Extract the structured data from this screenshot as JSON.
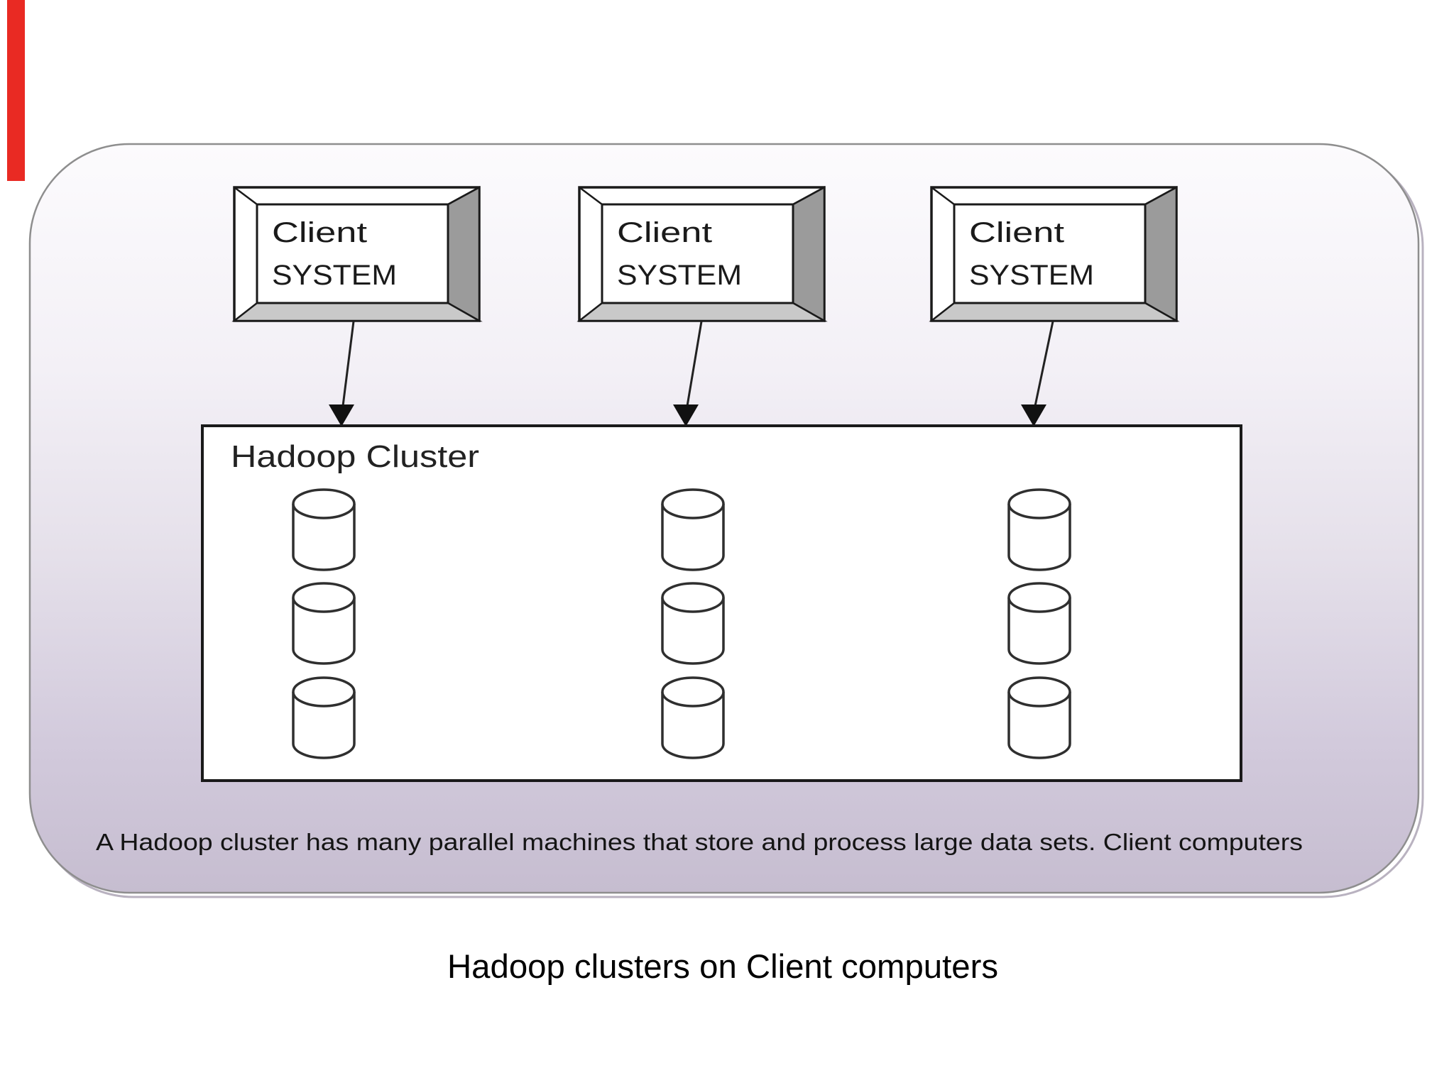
{
  "diagram": {
    "client_boxes": [
      {
        "line1": "Client",
        "line2": "SYSTEM"
      },
      {
        "line1": "Client",
        "line2": "SYSTEM"
      },
      {
        "line1": "Client",
        "line2": "SYSTEM"
      }
    ],
    "cluster": {
      "label": "Hadoop Cluster"
    },
    "note": "A Hadoop cluster has many parallel machines that store and process large data sets. Client computers"
  },
  "caption": "Hadoop clusters on Client computers",
  "colors": {
    "red_artifact": "#e92a23",
    "panel_border": "#8e8e8e",
    "panel_shadow": "#b9b2c0",
    "gradient_top": "#fcfbfd",
    "gradient_30": "#f3f0f6",
    "gradient_55": "#e5e0ea",
    "gradient_80": "#d2cadc",
    "gradient_bottom": "#c6bdd0",
    "box_line": "#1a1a1a",
    "bevel_right_gray": "#9b9b9b",
    "bevel_bottom_gray": "#c9c9c9",
    "cylinder_stroke": "#2f2f2f",
    "arrow_color": "#222222"
  }
}
